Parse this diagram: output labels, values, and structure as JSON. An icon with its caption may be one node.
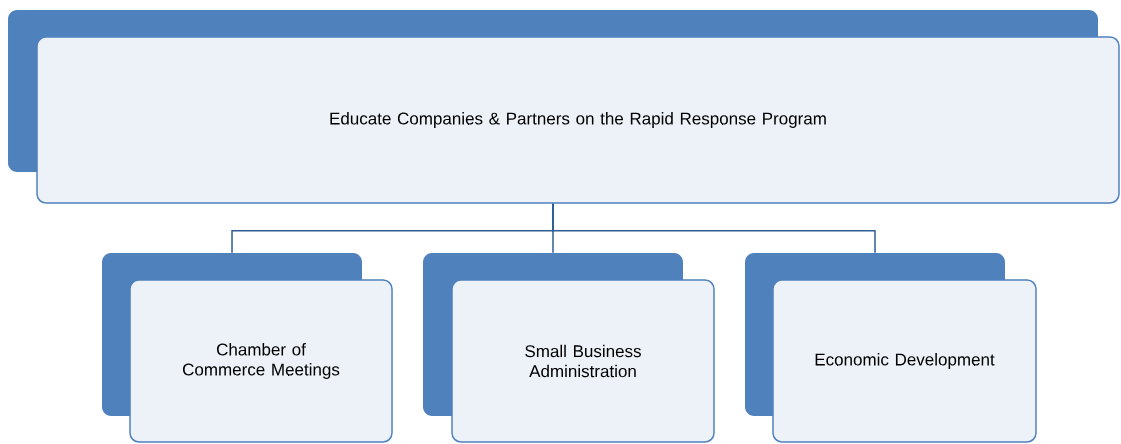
{
  "diagram": {
    "nodes": [
      {
        "text": [
          "Educate Companies & Partners on the Rapid Response Program"
        ]
      },
      {
        "text": [
          "Chamber of Commerce Meetings"
        ]
      },
      {
        "text": [
          "Small Business Administration"
        ]
      },
      {
        "text": [
          "Economic Development"
        ]
      }
    ],
    "edges": [
      {
        "from": 0,
        "to": 1,
        "arrow": "none"
      },
      {
        "from": 0,
        "to": 2,
        "arrow": "none"
      },
      {
        "from": 0,
        "to": 3,
        "arrow": "none"
      }
    ]
  }
}
